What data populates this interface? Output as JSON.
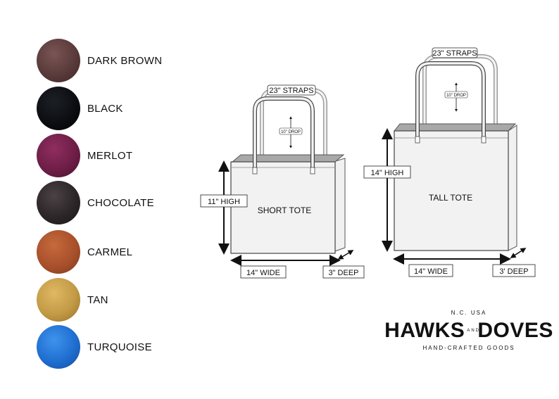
{
  "swatches": [
    {
      "label": "DARK BROWN",
      "color": "#5a3a3a"
    },
    {
      "label": "BLACK",
      "color": "#0b0c10"
    },
    {
      "label": "MERLOT",
      "color": "#6e1e47"
    },
    {
      "label": "CHOCOLATE",
      "color": "#2d2628"
    },
    {
      "label": "CARMEL",
      "color": "#a9502c"
    },
    {
      "label": "TAN",
      "color": "#c39a45"
    },
    {
      "label": "TURQUOISE",
      "color": "#1f6ed0"
    }
  ],
  "short_tote": {
    "name": "SHORT TOTE",
    "straps": "23\" STRAPS",
    "drop": "10\" DROP",
    "high": "11\" HIGH",
    "wide": "14\" WIDE",
    "deep": "3\" DEEP"
  },
  "tall_tote": {
    "name": "TALL TOTE",
    "straps": "23\" STRAPS",
    "drop": "10\" DROP",
    "high": "14\" HIGH",
    "wide": "14\" WIDE",
    "deep": "3' DEEP"
  },
  "brand": {
    "origin": "N.C. USA",
    "name_left": "HAWKS",
    "name_and": "AND",
    "name_right": "DOVES",
    "tagline": "HAND-CRAFTED GOODS"
  }
}
